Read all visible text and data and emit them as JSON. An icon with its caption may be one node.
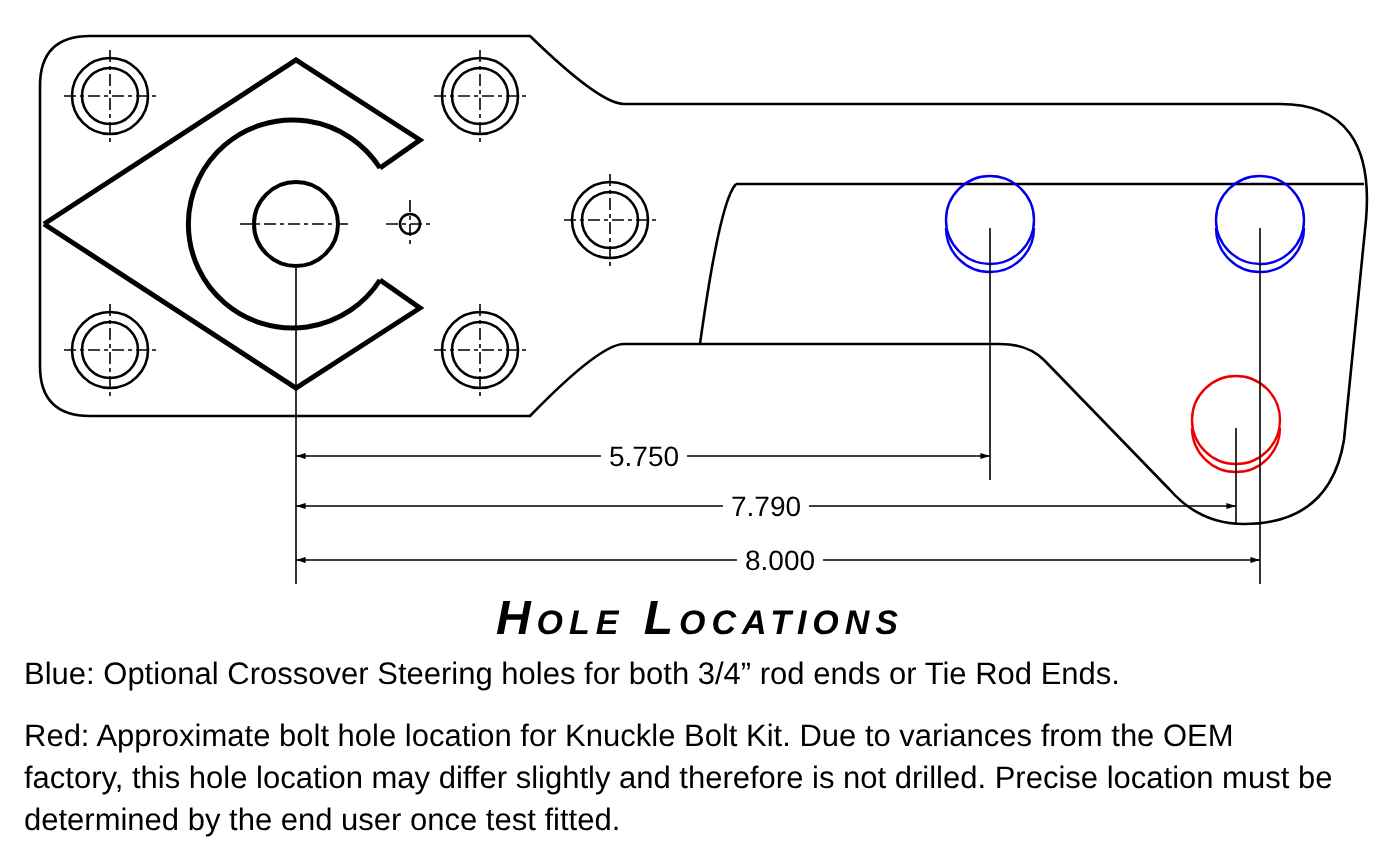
{
  "diagram": {
    "title": "Hole Locations",
    "labels": [
      "5.750",
      "7.790",
      "8.000",
      "Blue: Optional Crossover Steering holes for both 3/4” rod ends or Tie Rod Ends.",
      "Red: Approximate bolt hole location for Knuckle Bolt Kit. Due to variances from the OEM factory, this hole location may differ slightly and therefore is not drilled.  Precise location must be determined by the end user once test fitted."
    ]
  }
}
